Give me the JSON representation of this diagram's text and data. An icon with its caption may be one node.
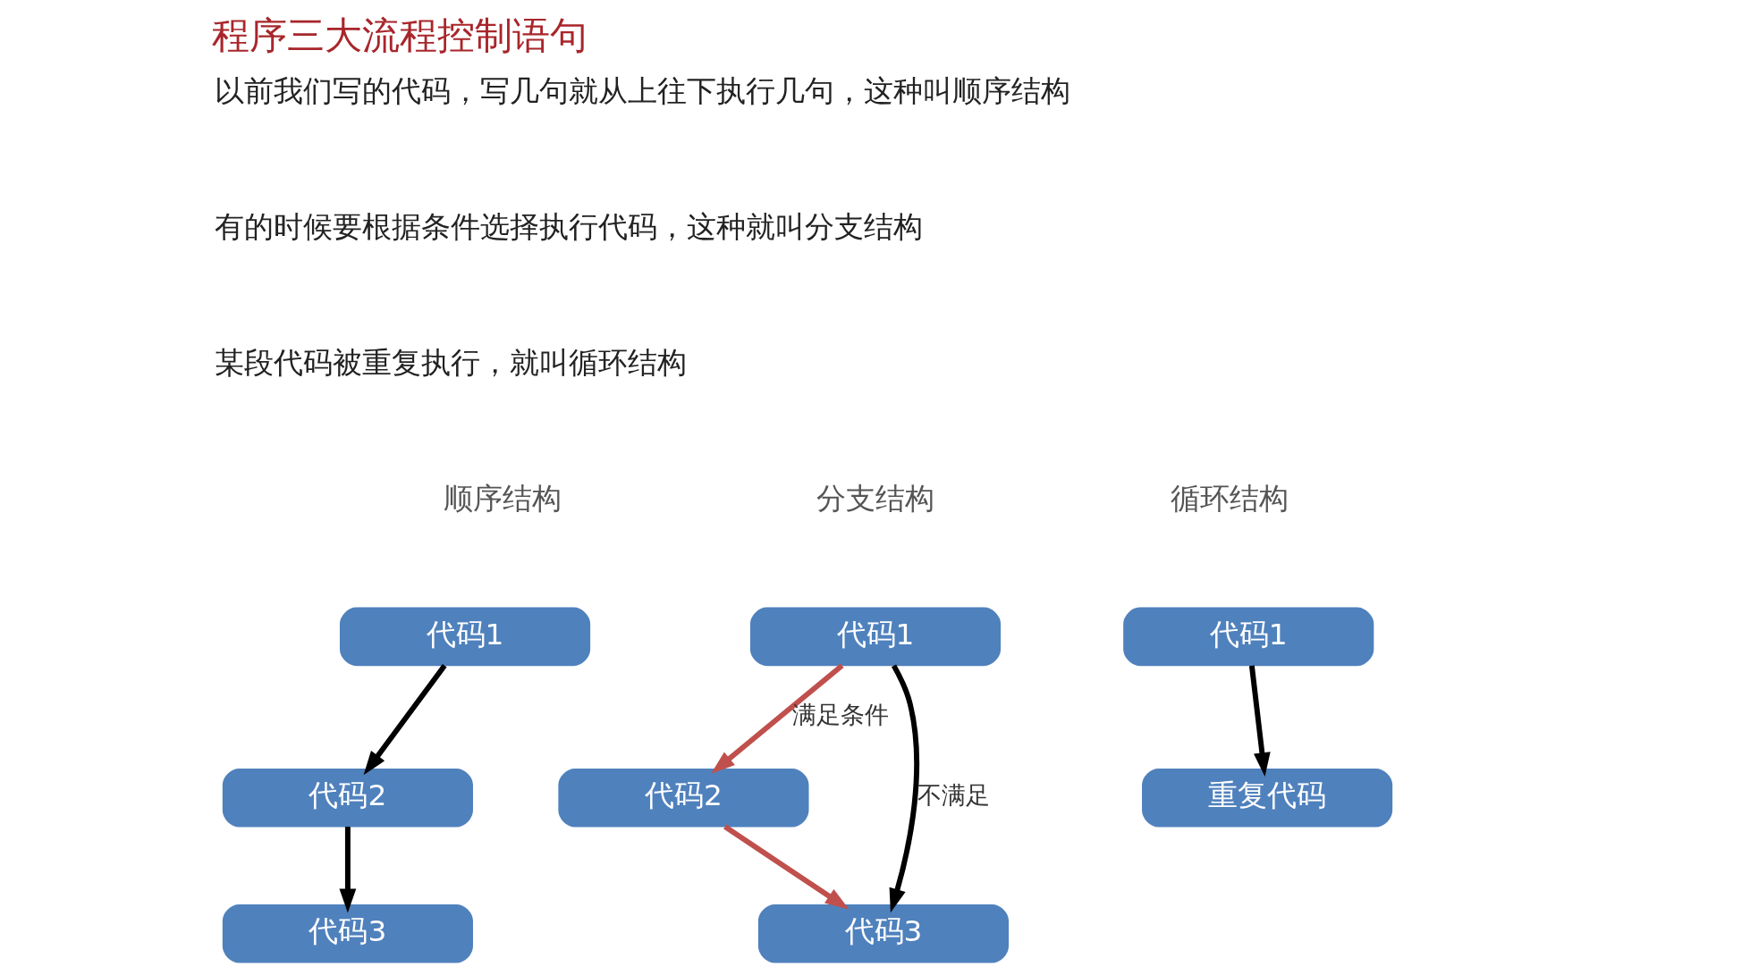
{
  "diagram": {
    "title": "程序三大流程控制语句",
    "nodes": [
      {
        "text": [
          "代码1"
        ]
      },
      {
        "text": [
          "代码2"
        ]
      },
      {
        "text": [
          "代码3"
        ]
      },
      {
        "text": [
          "代码1"
        ]
      },
      {
        "text": [
          "代码2"
        ]
      },
      {
        "text": [
          "代码3"
        ]
      },
      {
        "text": [
          "代码1"
        ]
      },
      {
        "text": [
          "重复代码"
        ]
      }
    ],
    "edges": [
      {
        "from": 0,
        "to": 1,
        "arrow": "to"
      },
      {
        "from": 1,
        "to": 2,
        "arrow": "to"
      },
      {
        "from": 3,
        "to": 5,
        "arrow": "to",
        "label": "不满足"
      },
      {
        "from": 3,
        "to": 4,
        "arrow": "to",
        "label": "满足条件",
        "color": "#c0504d"
      },
      {
        "from": 4,
        "to": 5,
        "arrow": "to",
        "color": "#c0504d"
      },
      {
        "from": 6,
        "to": 7,
        "arrow": "to"
      }
    ],
    "labels": [
      "以前我们写的代码，写几句就从上往下执行几句，这种叫顺序结构",
      "有的时候要根据条件选择执行代码，这种就叫分支结构",
      "某段代码被重复执行，就叫循环结构",
      "顺序结构",
      "分支结构",
      "循环结构"
    ]
  }
}
